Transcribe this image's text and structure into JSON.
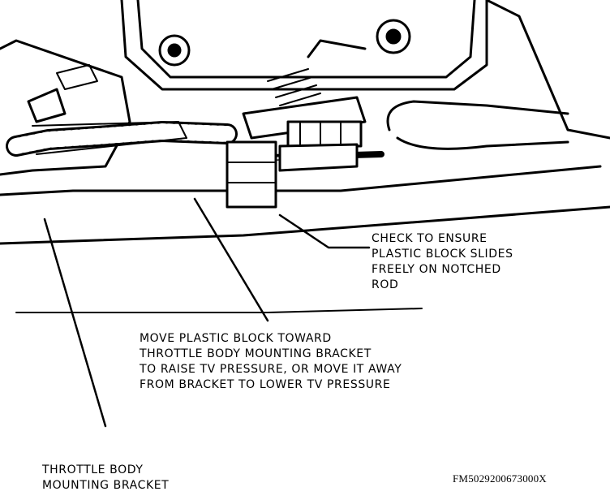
{
  "callouts": {
    "check": {
      "lines": [
        "CHECK TO ENSURE",
        "PLASTIC BLOCK SLIDES",
        "FREELY ON NOTCHED",
        "ROD"
      ]
    },
    "move": {
      "lines": [
        "MOVE PLASTIC BLOCK TOWARD",
        "THROTTLE BODY MOUNTING BRACKET",
        "TO RAISE TV PRESSURE, OR MOVE IT AWAY",
        "FROM BRACKET TO LOWER TV PRESSURE"
      ]
    },
    "bracket": {
      "lines": [
        "THROTTLE BODY",
        "MOUNTING BRACKET"
      ]
    }
  },
  "figure_code": "FM5029200673000X",
  "colors": {
    "ink": "#000000",
    "paper": "#ffffff"
  }
}
